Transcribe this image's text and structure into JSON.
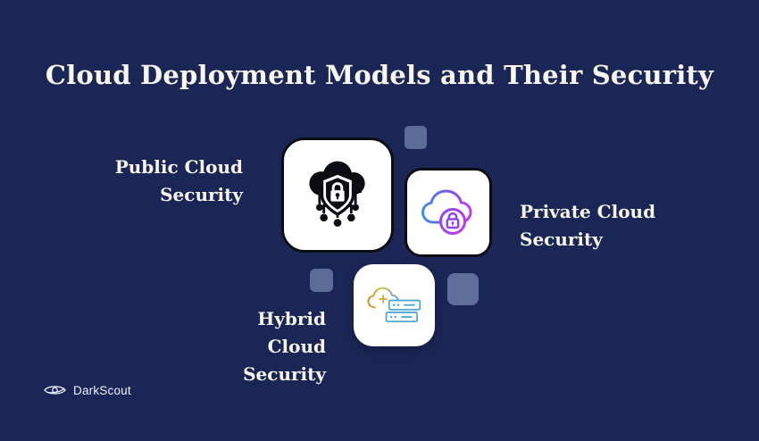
{
  "title": {
    "text": "Cloud Deployment Models and Their Security"
  },
  "models": {
    "public": {
      "label_line1": "Public Cloud",
      "label_line2": "Security",
      "icon": "cloud-shield-lock-icon"
    },
    "private": {
      "label_line1": "Private Cloud",
      "label_line2": "Security",
      "icon": "cloud-padlock-gradient-icon"
    },
    "hybrid": {
      "label_line1": "Hybrid Cloud",
      "label_line2": "Security",
      "icon": "cloud-servers-gradient-icon"
    }
  },
  "footer": {
    "brand": "DarkScout",
    "icon": "eye-logo-icon"
  },
  "colors": {
    "background": "#1a2655",
    "card_background": "#ffffff",
    "card_border": "#0c0d12",
    "heading_text": "#f8f6ef",
    "decor_square": "#5d6b98",
    "public_icon_fill": "#0c0d12",
    "private_gradient_start": "#3f8fe0",
    "private_gradient_end": "#c438ea",
    "private_lock": "#8f45e8",
    "hybrid_gradient_start": "#d4902c",
    "hybrid_gradient_mid": "#e3c43c",
    "hybrid_gradient_end": "#4fa8d8"
  }
}
